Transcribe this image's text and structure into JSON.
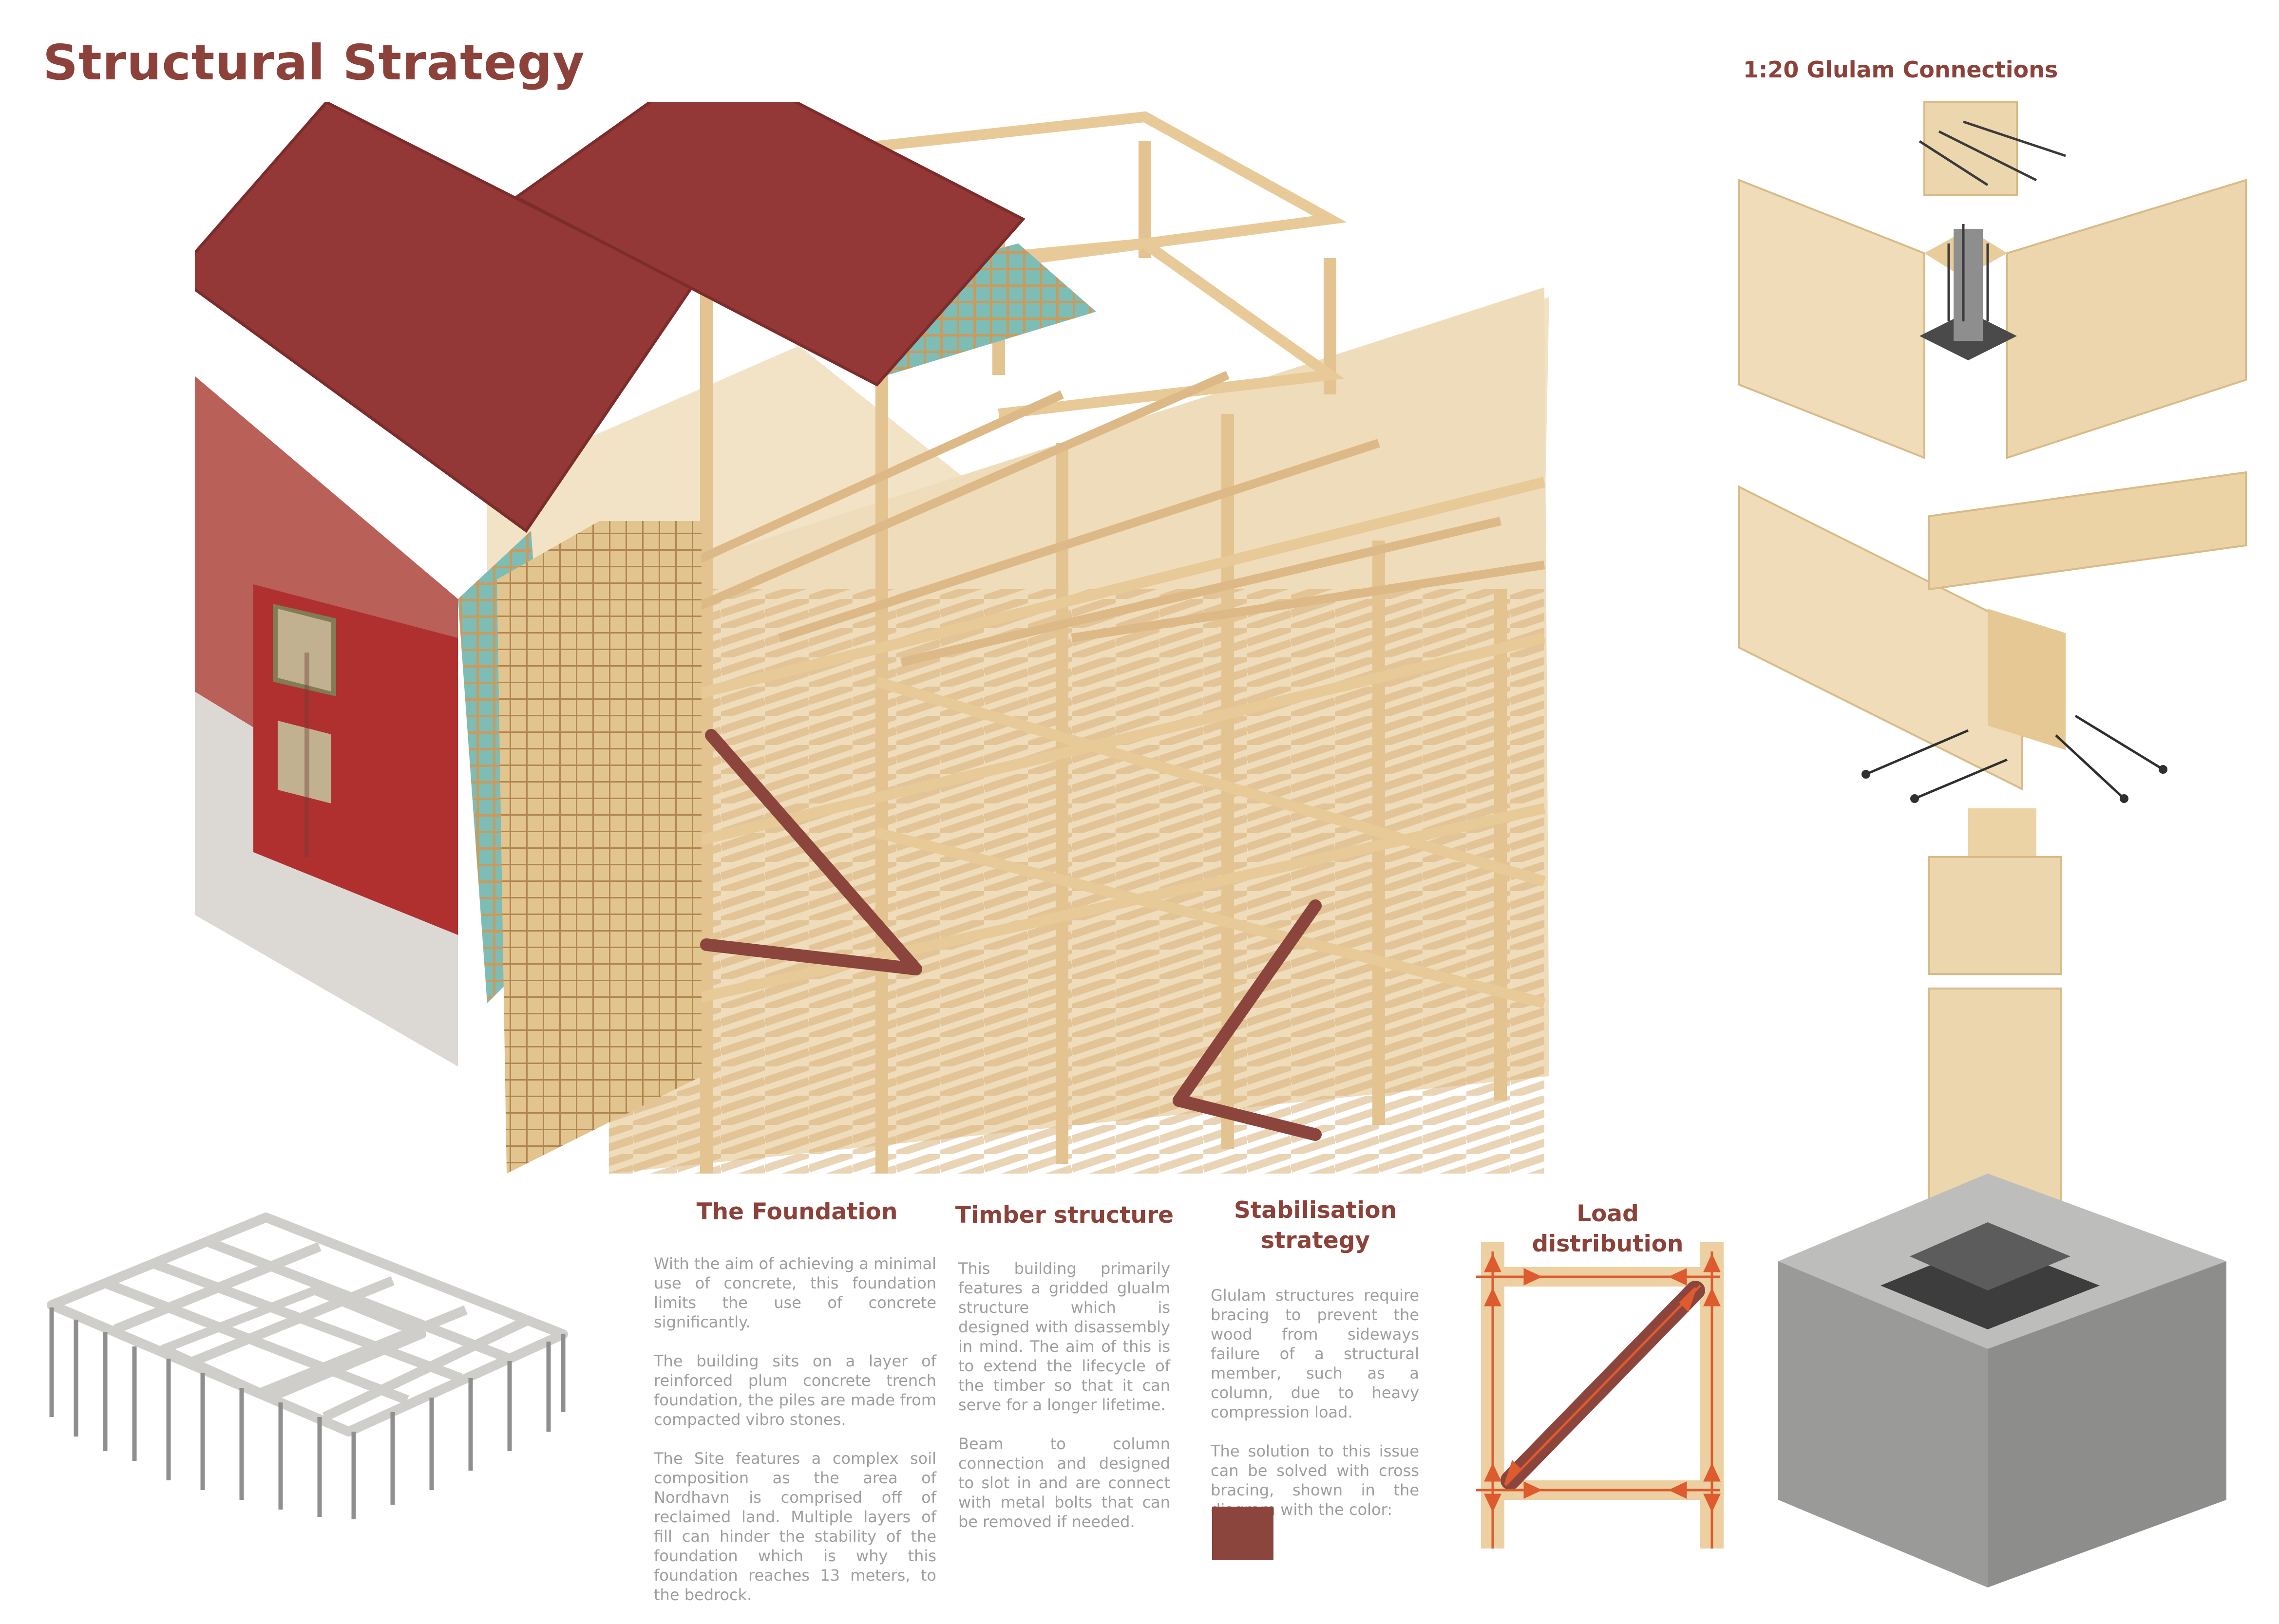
{
  "page": {
    "title": "Structural Strategy",
    "connections_title": "1:20 Glulam Connections"
  },
  "sections": {
    "foundation": {
      "heading": "The Foundation",
      "paragraphs": [
        "With the aim of achieving a minimal use of concrete, this foundation limits the use of concrete significantly.",
        "The building sits on a layer of reinforced plum concrete trench foundation, the piles are made from compacted vibro stones.",
        "The Site features a complex soil composition as the area of Nordhavn is comprised off of reclaimed land. Multiple layers of fill can hinder the stability of the foundation which is why this foundation reaches 13 meters, to the bedrock."
      ]
    },
    "timber": {
      "heading": "Timber structure",
      "paragraphs": [
        "This building primarily features a gridded glualm structure which is designed with disassembly in mind. The aim of this is to extend the lifecycle of the timber so that it can serve for a longer lifetime.",
        "Beam to column connection and designed to slot in and are connect with metal bolts that can be removed if needed."
      ]
    },
    "stabilisation": {
      "heading": "Stabilisation strategy",
      "paragraphs": [
        "Glulam structures require bracing to prevent the wood from sideways failure of a structural member, such as a column, due to heavy compression load.",
        "The solution to this issue can be solved with cross bracing, shown in the diagram with the color:"
      ]
    },
    "load": {
      "heading": "Load distribution"
    }
  },
  "colors": {
    "title": "#8c423a",
    "roof": "#933837",
    "facade": "#b85f58",
    "timber": "#ecd0a1",
    "timber_dark": "#d8b47c",
    "brace": "#8b453c",
    "arrow": "#dd5b2e",
    "insulation": "#76b8b4",
    "concrete": "#d4d4d2",
    "steel": "#5c5c5c"
  }
}
